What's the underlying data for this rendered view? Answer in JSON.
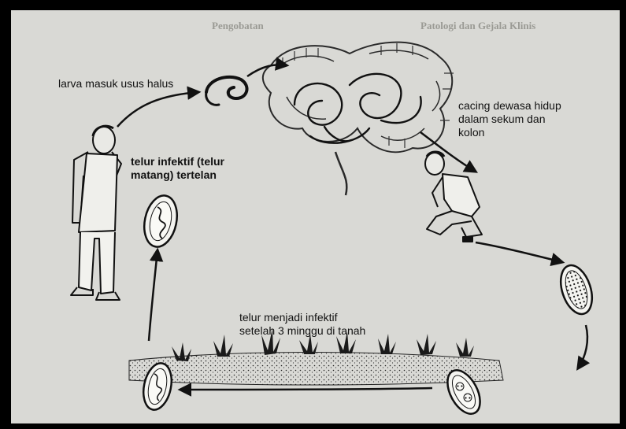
{
  "labels": {
    "larva": "larva masuk usus halus",
    "adult_line1": "cacing dewasa hidup",
    "adult_line2": "dalam sekum dan",
    "adult_line3": "kolon",
    "ingested_line1": "telur infektif (telur",
    "ingested_line2": "matang) tertelan",
    "soil_line1": "telur menjadi infektif",
    "soil_line2": "setelah 3 minggu di tanah"
  },
  "background_headings": {
    "left": "Pengobatan",
    "right": "Patologi dan Gejala Klinis"
  },
  "colors": {
    "page_bg": "#d9d9d5",
    "frame": "#000000",
    "ink": "#111111",
    "faded_text": "#b3b3ad"
  }
}
